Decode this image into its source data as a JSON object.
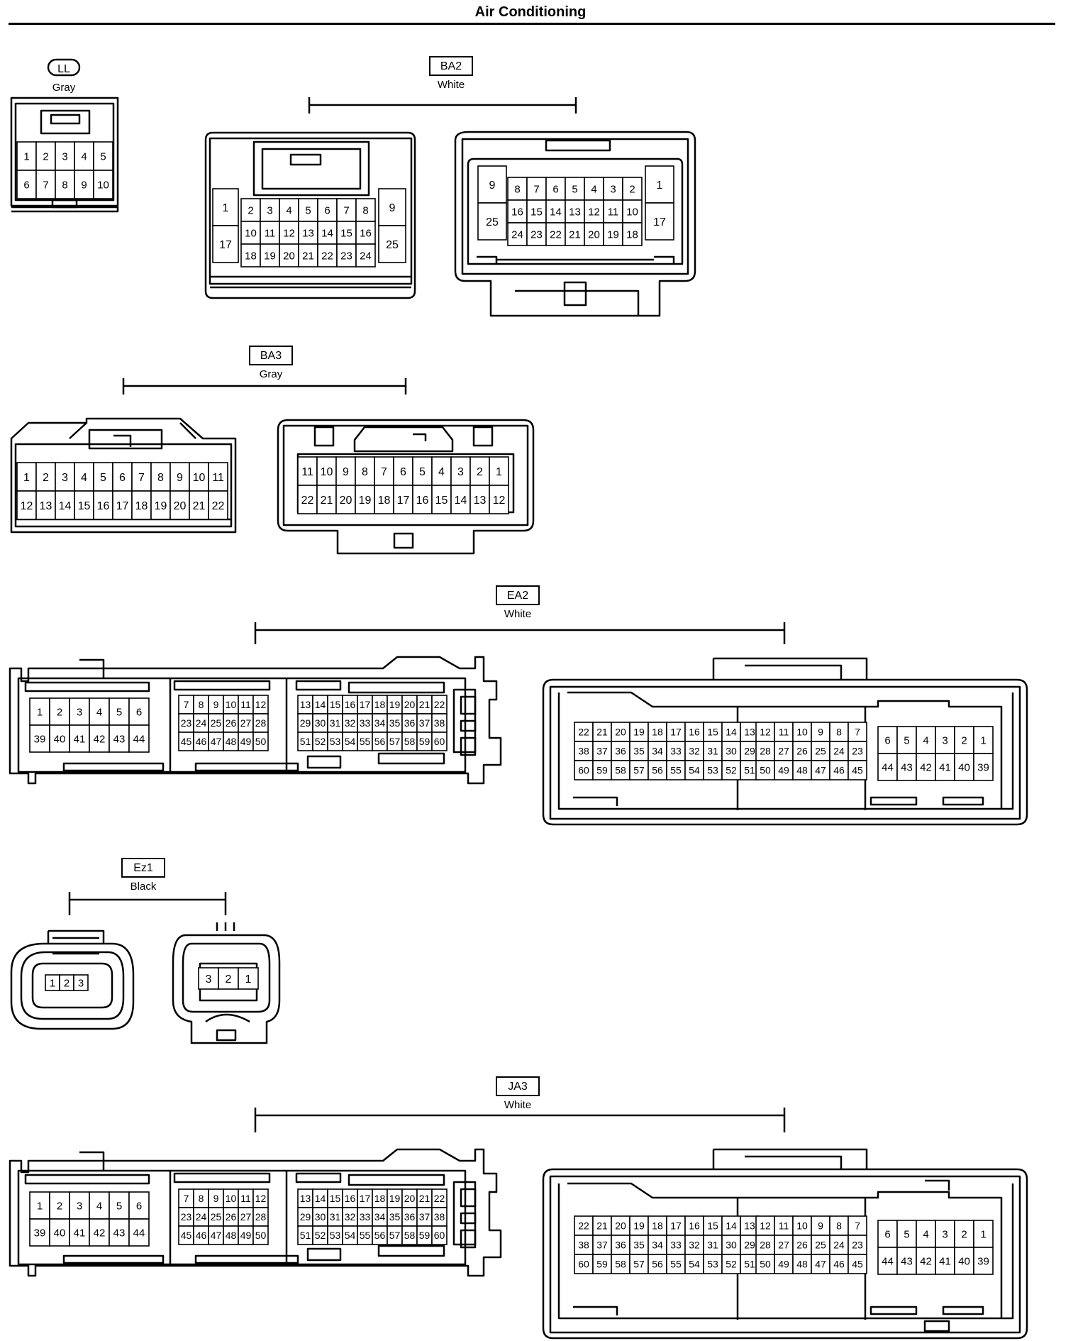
{
  "title": "Air Conditioning",
  "connectors": [
    {
      "id": "ll",
      "code": "LL",
      "color": "Gray",
      "badge_shape": "oval",
      "views": [
        {
          "rows": [
            [
              "1",
              "2",
              "3",
              "4",
              "5"
            ],
            [
              "6",
              "7",
              "8",
              "9",
              "10"
            ]
          ]
        }
      ]
    },
    {
      "id": "ba2",
      "code": "BA2",
      "color": "White",
      "badge_shape": "box",
      "views": [
        {
          "rows": [
            [
              "2",
              "3",
              "4",
              "5",
              "6",
              "7",
              "8"
            ],
            [
              "10",
              "11",
              "12",
              "13",
              "14",
              "15",
              "16"
            ],
            [
              "18",
              "19",
              "20",
              "21",
              "22",
              "23",
              "24"
            ]
          ],
          "left": [
            [
              "1"
            ],
            [
              "17"
            ]
          ],
          "right": [
            [
              "9"
            ],
            [
              "25"
            ]
          ]
        },
        {
          "rows": [
            [
              "8",
              "7",
              "6",
              "5",
              "4",
              "3",
              "2"
            ],
            [
              "16",
              "15",
              "14",
              "13",
              "12",
              "11",
              "10"
            ],
            [
              "24",
              "23",
              "22",
              "21",
              "20",
              "19",
              "18"
            ]
          ],
          "left": [
            [
              "9"
            ],
            [
              "25"
            ]
          ],
          "right": [
            [
              "1"
            ],
            [
              "17"
            ]
          ]
        }
      ]
    },
    {
      "id": "ba3",
      "code": "BA3",
      "color": "Gray",
      "badge_shape": "box",
      "views": [
        {
          "rows": [
            [
              "1",
              "2",
              "3",
              "4",
              "5",
              "6",
              "7",
              "8",
              "9",
              "10",
              "11"
            ],
            [
              "12",
              "13",
              "14",
              "15",
              "16",
              "17",
              "18",
              "19",
              "20",
              "21",
              "22"
            ]
          ]
        },
        {
          "rows": [
            [
              "11",
              "10",
              "9",
              "8",
              "7",
              "6",
              "5",
              "4",
              "3",
              "2",
              "1"
            ],
            [
              "22",
              "21",
              "20",
              "19",
              "18",
              "17",
              "16",
              "15",
              "14",
              "13",
              "12"
            ]
          ]
        }
      ]
    },
    {
      "id": "ea2",
      "code": "EA2",
      "color": "White",
      "badge_shape": "box",
      "views": [
        {
          "groups": [
            {
              "rows": [
                [
                  "1",
                  "2",
                  "3",
                  "4",
                  "5",
                  "6"
                ],
                [
                  "39",
                  "40",
                  "41",
                  "42",
                  "43",
                  "44"
                ]
              ]
            },
            {
              "rows": [
                [
                  "7",
                  "8",
                  "9",
                  "10",
                  "11",
                  "12"
                ],
                [
                  "23",
                  "24",
                  "25",
                  "26",
                  "27",
                  "28"
                ],
                [
                  "45",
                  "46",
                  "47",
                  "48",
                  "49",
                  "50"
                ]
              ]
            },
            {
              "rows": [
                [
                  "13",
                  "14",
                  "15",
                  "16",
                  "17",
                  "18",
                  "19",
                  "20",
                  "21",
                  "22"
                ],
                [
                  "29",
                  "30",
                  "31",
                  "32",
                  "33",
                  "34",
                  "35",
                  "36",
                  "37",
                  "38"
                ],
                [
                  "51",
                  "52",
                  "53",
                  "54",
                  "55",
                  "56",
                  "57",
                  "58",
                  "59",
                  "60"
                ]
              ]
            }
          ]
        },
        {
          "groups": [
            {
              "rows": [
                [
                  "22",
                  "21",
                  "20",
                  "19",
                  "18",
                  "17",
                  "16",
                  "15",
                  "14",
                  "13"
                ],
                [
                  "38",
                  "37",
                  "36",
                  "35",
                  "34",
                  "33",
                  "32",
                  "31",
                  "30",
                  "29"
                ],
                [
                  "60",
                  "59",
                  "58",
                  "57",
                  "56",
                  "55",
                  "54",
                  "53",
                  "52",
                  "51"
                ]
              ]
            },
            {
              "rows": [
                [
                  "12",
                  "11",
                  "10",
                  "9",
                  "8",
                  "7"
                ],
                [
                  "28",
                  "27",
                  "26",
                  "25",
                  "24",
                  "23"
                ],
                [
                  "50",
                  "49",
                  "48",
                  "47",
                  "46",
                  "45"
                ]
              ]
            },
            {
              "rows": [
                [
                  "6",
                  "5",
                  "4",
                  "3",
                  "2",
                  "1"
                ],
                [
                  "44",
                  "43",
                  "42",
                  "41",
                  "40",
                  "39"
                ]
              ]
            }
          ]
        }
      ]
    },
    {
      "id": "ez1",
      "code": "Ez1",
      "color": "Black",
      "badge_shape": "box",
      "views": [
        {
          "rows": [
            [
              "1",
              "2",
              "3"
            ]
          ]
        },
        {
          "rows": [
            [
              "3",
              "2",
              "1"
            ]
          ]
        }
      ]
    },
    {
      "id": "ja3",
      "code": "JA3",
      "color": "White",
      "badge_shape": "box",
      "views": [
        {
          "groups": [
            {
              "rows": [
                [
                  "1",
                  "2",
                  "3",
                  "4",
                  "5",
                  "6"
                ],
                [
                  "39",
                  "40",
                  "41",
                  "42",
                  "43",
                  "44"
                ]
              ]
            },
            {
              "rows": [
                [
                  "7",
                  "8",
                  "9",
                  "10",
                  "11",
                  "12"
                ],
                [
                  "23",
                  "24",
                  "25",
                  "26",
                  "27",
                  "28"
                ],
                [
                  "45",
                  "46",
                  "47",
                  "48",
                  "49",
                  "50"
                ]
              ]
            },
            {
              "rows": [
                [
                  "13",
                  "14",
                  "15",
                  "16",
                  "17",
                  "18",
                  "19",
                  "20",
                  "21",
                  "22"
                ],
                [
                  "29",
                  "30",
                  "31",
                  "32",
                  "33",
                  "34",
                  "35",
                  "36",
                  "37",
                  "38"
                ],
                [
                  "51",
                  "52",
                  "53",
                  "54",
                  "55",
                  "56",
                  "57",
                  "58",
                  "59",
                  "60"
                ]
              ]
            }
          ]
        },
        {
          "groups": [
            {
              "rows": [
                [
                  "22",
                  "21",
                  "20",
                  "19",
                  "18",
                  "17",
                  "16",
                  "15",
                  "14",
                  "13"
                ],
                [
                  "38",
                  "37",
                  "36",
                  "35",
                  "34",
                  "33",
                  "32",
                  "31",
                  "30",
                  "29"
                ],
                [
                  "60",
                  "59",
                  "58",
                  "57",
                  "56",
                  "55",
                  "54",
                  "53",
                  "52",
                  "51"
                ]
              ]
            },
            {
              "rows": [
                [
                  "12",
                  "11",
                  "10",
                  "9",
                  "8",
                  "7"
                ],
                [
                  "28",
                  "27",
                  "26",
                  "25",
                  "24",
                  "23"
                ],
                [
                  "50",
                  "49",
                  "48",
                  "47",
                  "46",
                  "45"
                ]
              ]
            },
            {
              "rows": [
                [
                  "6",
                  "5",
                  "4",
                  "3",
                  "2",
                  "1"
                ],
                [
                  "44",
                  "43",
                  "42",
                  "41",
                  "40",
                  "39"
                ]
              ]
            }
          ]
        }
      ]
    }
  ]
}
